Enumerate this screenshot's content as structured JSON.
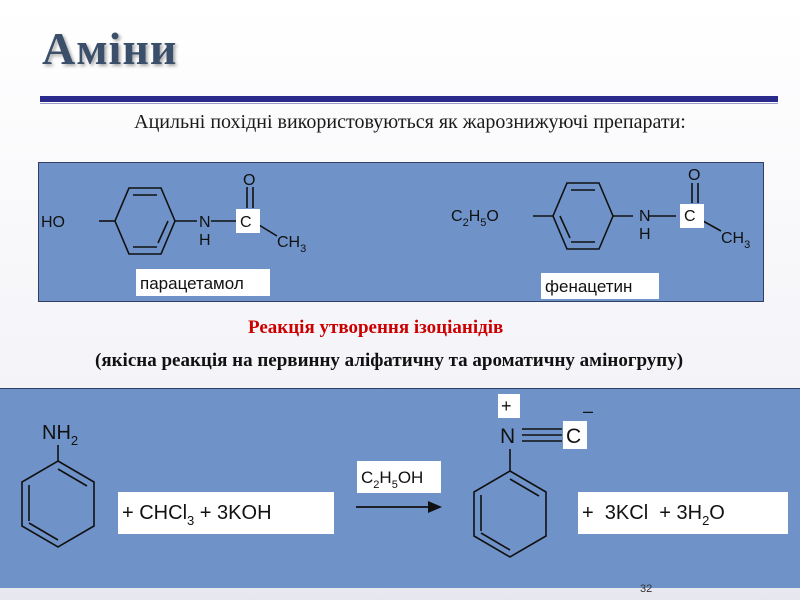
{
  "slide": {
    "title": "Аміни",
    "subtitle": "Ацильні похідні використовуються як жарознижуючі препарати:",
    "reaction_title": "Реакція утворення ізоціанідів",
    "reaction_subtitle": "(якісна реакція на первинну аліфатичну та ароматичну аміногрупу)",
    "page_number": "32"
  },
  "paracetamol": {
    "name": "парацетамол",
    "ho": "HO",
    "n": "N",
    "h": "H",
    "o": "O",
    "c": "C",
    "ch3_c": "CH",
    "ch3_sub": "3"
  },
  "phenacetin": {
    "name": "фенацетин",
    "c": "C",
    "sub2": "2",
    "h": "H",
    "sub5": "5",
    "o_eth": "O",
    "n": "N",
    "nh": "H",
    "o": "O",
    "carb": "C",
    "ch3_c": "CH",
    "ch3_sub": "3"
  },
  "reaction": {
    "nh2_n": "NH",
    "nh2_sub": "2",
    "reagents_a": "+ CHCl",
    "reagents_sub": "3",
    "reagents_b": " + 3KOH",
    "condition_a": "C",
    "condition_sub1": "2",
    "condition_b": "H",
    "condition_sub2": "5",
    "condition_c": "OH",
    "plus_charge": "+",
    "minus_charge": "–",
    "n": "N",
    "c": "C",
    "products_a": "+  3KCl  + 3H",
    "products_sub": "2",
    "products_b": "O"
  }
}
